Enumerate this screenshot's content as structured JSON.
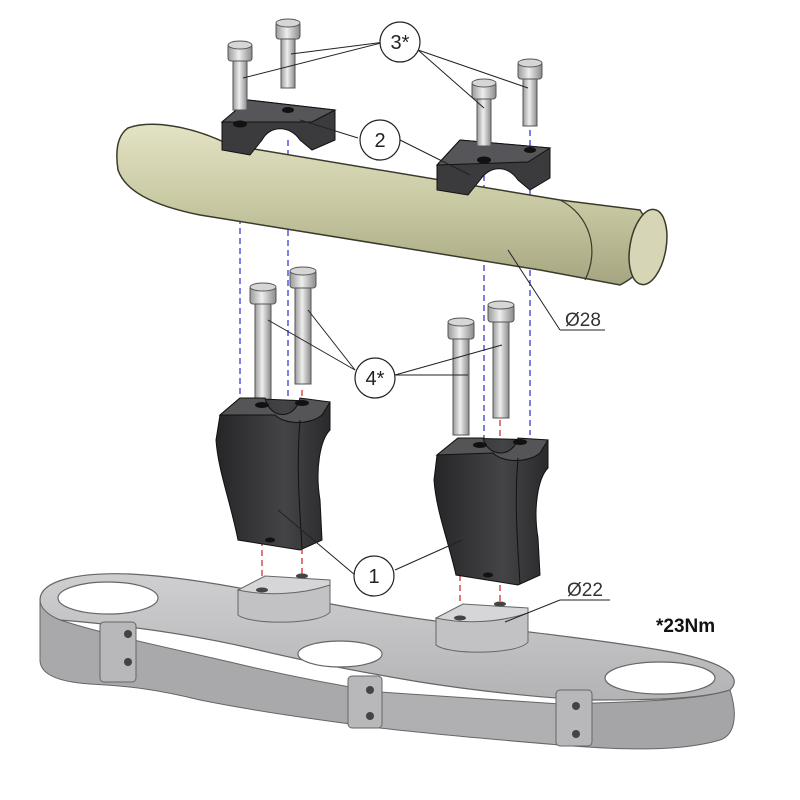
{
  "callouts": {
    "c1": "1",
    "c2": "2",
    "c3": "3*",
    "c4": "4*"
  },
  "dimensions": {
    "bar_diameter": "Ø28",
    "clamp_diameter": "Ø22"
  },
  "torque_note": "*23Nm",
  "colors": {
    "handlebar": "#c9c9a4",
    "handlebar_edge": "#3a3a2a",
    "clamp": "#3b3b3d",
    "riser": "#2f2f31",
    "bolt": "#c8c8c8",
    "yoke": "#b9b9bb",
    "guide_blue": "#2b2bd0",
    "guide_red": "#d02020"
  }
}
